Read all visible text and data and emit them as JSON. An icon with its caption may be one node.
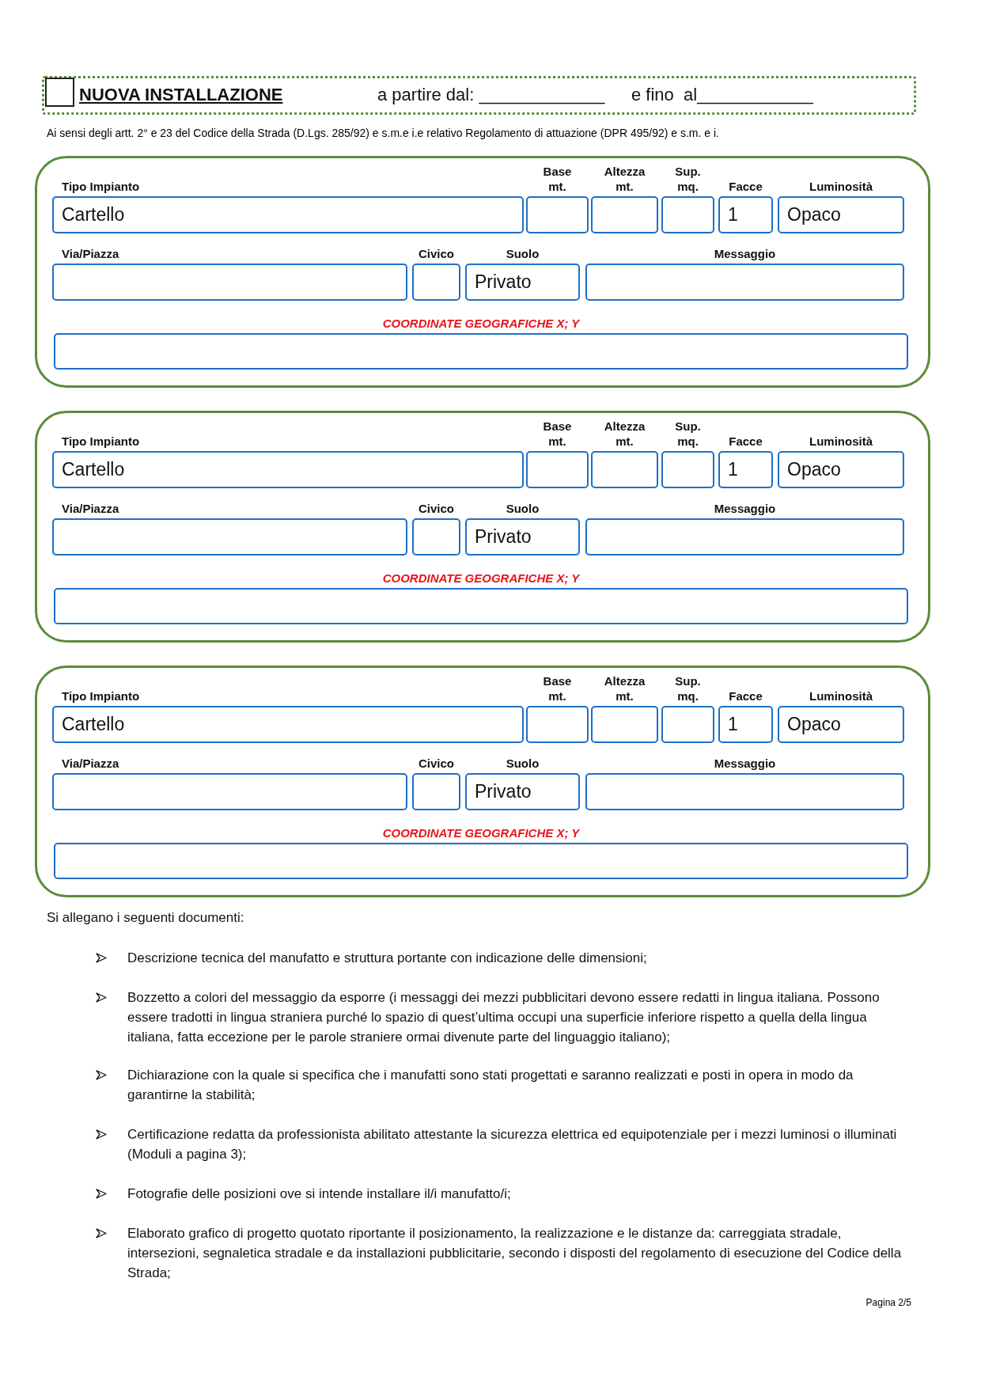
{
  "diagram": {
    "nodes": [
      {
        "text": [
          "NUOVA INSTALLAZIONE",
          "a partire dal: _____________",
          "e fino  al____________"
        ]
      },
      {
        "text": [],
        "shape": "box",
        "in": 0
      },
      {
        "text": [],
        "shape": "box"
      },
      {
        "text": [
          "Tipo Impianto",
          "Cartello"
        ],
        "in": 2
      },
      {
        "text": [
          "Base mt."
        ],
        "in": 2
      },
      {
        "text": [
          "Altezza mt."
        ],
        "in": 2
      },
      {
        "text": [
          "Sup. mq."
        ],
        "in": 2
      },
      {
        "text": [
          "Facce",
          "1"
        ],
        "in": 2
      },
      {
        "text": [
          "Luminosità",
          "Opaco"
        ],
        "in": 2
      },
      {
        "text": [
          "Via/Piazza"
        ],
        "in": 2
      },
      {
        "text": [
          "Civico"
        ],
        "in": 2
      },
      {
        "text": [
          "Suolo",
          "Privato"
        ],
        "in": 2
      },
      {
        "text": [
          "Messaggio"
        ],
        "in": 2
      },
      {
        "text": [
          "COORDINATE GEOGRAFICHE X; Y"
        ],
        "in": 2
      },
      {
        "text": [],
        "shape": "box"
      },
      {
        "text": [
          "Tipo Impianto",
          "Cartello"
        ],
        "in": 14
      },
      {
        "text": [
          "Base mt."
        ],
        "in": 14
      },
      {
        "text": [
          "Altezza mt."
        ],
        "in": 14
      },
      {
        "text": [
          "Sup. mq."
        ],
        "in": 14
      },
      {
        "text": [
          "Facce",
          "1"
        ],
        "in": 14
      },
      {
        "text": [
          "Luminosità",
          "Opaco"
        ],
        "in": 14
      },
      {
        "text": [
          "Via/Piazza"
        ],
        "in": 14
      },
      {
        "text": [
          "Civico"
        ],
        "in": 14
      },
      {
        "text": [
          "Suolo",
          "Privato"
        ],
        "in": 14
      },
      {
        "text": [
          "Messaggio"
        ],
        "in": 14
      },
      {
        "text": [
          "COORDINATE GEOGRAFICHE X; Y"
        ],
        "in": 14
      },
      {
        "text": [],
        "shape": "box"
      },
      {
        "text": [
          "Tipo Impianto",
          "Cartello"
        ],
        "in": 26
      },
      {
        "text": [
          "Base mt."
        ],
        "in": 26
      },
      {
        "text": [
          "Altezza mt."
        ],
        "in": 26
      },
      {
        "text": [
          "Sup. mq."
        ],
        "in": 26
      },
      {
        "text": [
          "Facce",
          "1"
        ],
        "in": 26
      },
      {
        "text": [
          "Luminosità",
          "Opaco"
        ],
        "in": 26
      },
      {
        "text": [
          "Via/Piazza"
        ],
        "in": 26
      },
      {
        "text": [
          "Civico"
        ],
        "in": 26
      },
      {
        "text": [
          "Suolo",
          "Privato"
        ],
        "in": 26
      },
      {
        "text": [
          "Messaggio"
        ],
        "in": 26
      },
      {
        "text": [
          "COORDINATE GEOGRAFICHE X; Y"
        ],
        "in": 26
      }
    ],
    "edges": [],
    "labels": [
      "Ai sensi degli artt. 2° e 23 del Codice della Strada (D.Lgs. 285/92) e s.m.e i.e relativo Regolamento di attuazione (DPR 495/92) e s.m. e i.",
      "Si allegano i seguenti documenti:",
      "Descrizione tecnica del manufatto e struttura portante con indicazione delle dimensioni;",
      "Bozzetto a colori del messaggio da esporre (i messaggi dei mezzi pubblicitari devono essere redatti in lingua italiana. Possono essere tradotti in lingua straniera purché lo spazio di quest’ultima occupi una superficie inferiore rispetto a quella della lingua italiana, fatta eccezione per le parole straniere ormai divenute parte del linguaggio italiano);",
      "Dichiarazione con la quale si specifica che i manufatti sono stati progettati e saranno realizzati e posti in opera in modo da garantirne la stabilità;",
      "Certificazione redatta da professionista abilitato attestante la sicurezza elettrica ed equipotenziale per i mezzi luminosi o illuminati (Moduli a pagina 3);",
      "Fotografie delle posizioni ove si intende installare il/i manufatto/i;",
      "Elaborato grafico di progetto quotato riportante il posizionamento, la realizzazione e le distanze da: carreggiata stradale, intersezioni, segnaletica stradale e da installazioni pubblicitarie, secondo i disposti del regolamento di esecuzione del Codice della Strada;",
      "Pagina 2/5"
    ]
  }
}
